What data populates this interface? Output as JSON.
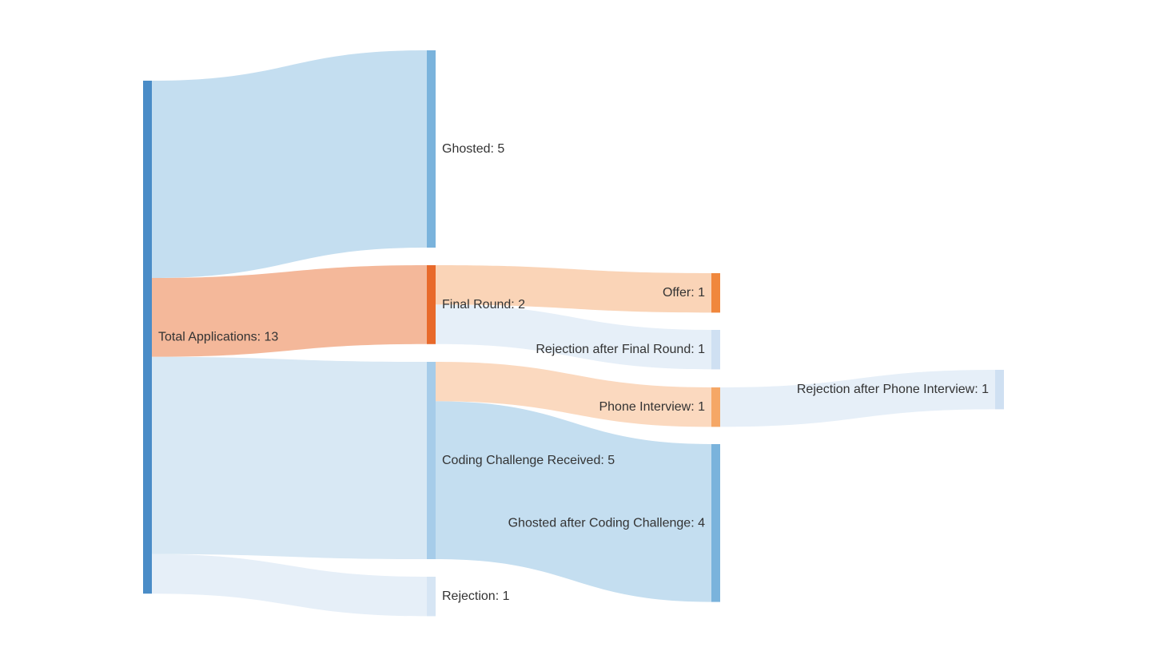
{
  "chart_data": {
    "type": "sankey",
    "nodes": [
      {
        "id": "total",
        "label": "Total Applications: 13",
        "value": 13,
        "color": "#4a8cc7"
      },
      {
        "id": "ghosted",
        "label": "Ghosted: 5",
        "value": 5,
        "color": "#7ab3dc"
      },
      {
        "id": "final_round",
        "label": "Final Round: 2",
        "value": 2,
        "color": "#e8692a"
      },
      {
        "id": "coding",
        "label": "Coding Challenge Received: 5",
        "value": 5,
        "color": "#a6cce9"
      },
      {
        "id": "rejection",
        "label": "Rejection: 1",
        "value": 1,
        "color": "#d6e5f4"
      },
      {
        "id": "offer",
        "label": "Offer: 1",
        "value": 1,
        "color": "#f0873c"
      },
      {
        "id": "rej_final",
        "label": "Rejection after Final Round: 1",
        "value": 1,
        "color": "#cfe0f2"
      },
      {
        "id": "phone",
        "label": "Phone Interview: 1",
        "value": 1,
        "color": "#f5a766"
      },
      {
        "id": "ghosted_coding",
        "label": "Ghosted after Coding Challenge: 4",
        "value": 4,
        "color": "#7ab3dc"
      },
      {
        "id": "rej_phone",
        "label": "Rejection after Phone Interview: 1",
        "value": 1,
        "color": "#cfe0f2"
      }
    ],
    "links": [
      {
        "source": "total",
        "target": "ghosted",
        "value": 5,
        "color": "#c4def0"
      },
      {
        "source": "total",
        "target": "final_round",
        "value": 2,
        "color": "#f4b89a"
      },
      {
        "source": "total",
        "target": "coding",
        "value": 5,
        "color": "#d8e8f4"
      },
      {
        "source": "total",
        "target": "rejection",
        "value": 1,
        "color": "#e6eff8"
      },
      {
        "source": "final_round",
        "target": "offer",
        "value": 1,
        "color": "#fad4b7"
      },
      {
        "source": "final_round",
        "target": "rej_final",
        "value": 1,
        "color": "#e6eff8"
      },
      {
        "source": "coding",
        "target": "phone",
        "value": 1,
        "color": "#fbd9bf"
      },
      {
        "source": "coding",
        "target": "ghosted_coding",
        "value": 4,
        "color": "#c4def0"
      },
      {
        "source": "phone",
        "target": "rej_phone",
        "value": 1,
        "color": "#e6eff8"
      }
    ]
  }
}
